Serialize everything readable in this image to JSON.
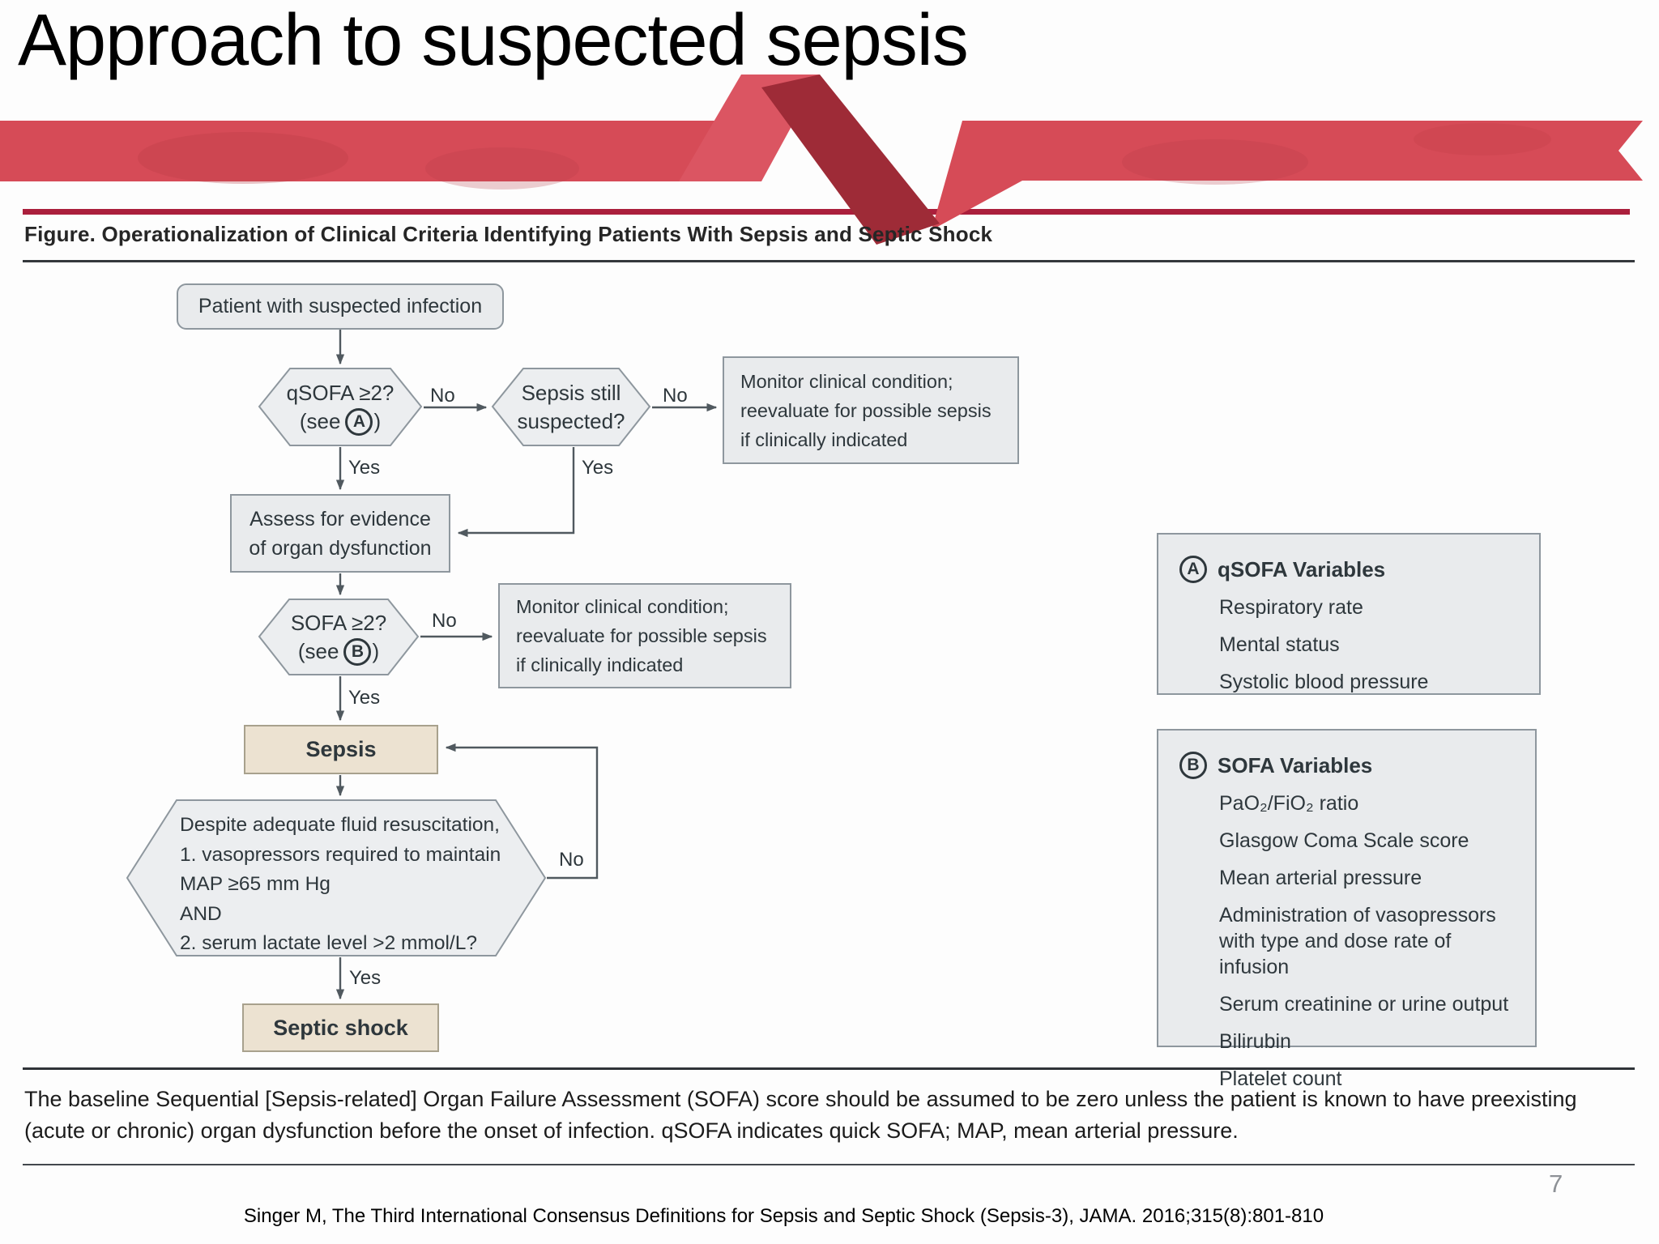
{
  "slide": {
    "title": "Approach to suspected sepsis",
    "page_number": "7",
    "citation": "Singer M, The Third International Consensus Definitions for Sepsis and Septic Shock (Sepsis-3), JAMA. 2016;315(8):801-810"
  },
  "figure": {
    "caption": "Figure. Operationalization of Clinical Criteria Identifying Patients With Sepsis and Septic Shock",
    "footnote": "The baseline Sequential [Sepsis-related] Organ Failure Assessment (SOFA) score should be assumed to be zero unless the patient is known to have preexisting (acute or chronic) organ dysfunction before the onset of infection. qSOFA indicates quick SOFA; MAP, mean arterial pressure."
  },
  "flow": {
    "yes": "Yes",
    "no": "No",
    "start": "Patient with suspected infection",
    "qsofa": {
      "question": "qSOFA ≥2?",
      "see_prefix": "(see",
      "ref": "A",
      "see_suffix": ")"
    },
    "sepsis_still": {
      "line1": "Sepsis still",
      "line2": "suspected?"
    },
    "monitor": {
      "line1": "Monitor clinical condition;",
      "line2": "reevaluate for possible sepsis",
      "line3": "if clinically indicated"
    },
    "assess": {
      "line1": "Assess for evidence",
      "line2": "of organ dysfunction"
    },
    "sofa": {
      "question": "SOFA ≥2?",
      "see_prefix": "(see",
      "ref": "B",
      "see_suffix": ")"
    },
    "sepsis_label": "Sepsis",
    "shock_question": {
      "lines": [
        "Despite adequate fluid resuscitation,",
        "1. vasopressors required to maintain",
        "MAP ≥65 mm Hg",
        "AND",
        "2. serum lactate level >2 mmol/L?"
      ]
    },
    "septic_shock_label": "Septic shock"
  },
  "panels": {
    "qsofa": {
      "ref": "A",
      "title": "qSOFA Variables",
      "items": [
        "Respiratory rate",
        "Mental status",
        "Systolic blood pressure"
      ]
    },
    "sofa": {
      "ref": "B",
      "title": "SOFA Variables",
      "items": [
        "PaO₂/FiO₂ ratio",
        "Glasgow Coma Scale score",
        "Mean arterial pressure",
        "Administration of vasopressors with type and dose rate of infusion",
        "Serum creatinine or urine output",
        "Bilirubin",
        "Platelet count"
      ]
    }
  },
  "colors": {
    "ribbon": "#d64b57",
    "ribbon_highlight": "#db5562",
    "ribbon_shadow": "#9e2b37",
    "accent_line": "#ab1f3c",
    "node_fill": "#e9ebed",
    "node_border": "#8e979e",
    "decision_fill": "#eceef0",
    "outcome_fill": "#ece2d1",
    "outcome_border": "#a8a18d",
    "connector": "#50595f",
    "page_number_gray": "#8d9196"
  }
}
